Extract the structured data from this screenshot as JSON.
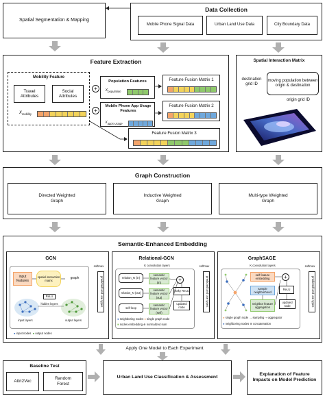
{
  "data_collection": {
    "title": "Data Collection",
    "items": [
      "Mobile Phone Signal Data",
      "Urban Land Use Data",
      "City Boundary Data"
    ]
  },
  "spatial_seg": "Spatial Segmentation & Mapping",
  "feature_extraction": {
    "title": "Feature Extraction",
    "mobility_feature": "Mobility Feature",
    "travel": "Travel Attributes",
    "social": "Social Attributes",
    "x_mobility": "X",
    "x_mobility_sub": "mobility",
    "population_features": "Population Features",
    "x_population": "X",
    "x_population_sub": "population",
    "app_usage": "Mobile Phone App Usage Features",
    "x_apps": "X",
    "x_apps_sub": "apps-usage",
    "fusion1": "Feature Fusion Matrix 1",
    "fusion2": "Feature Fusion Matrix 2",
    "fusion3": "Feature Fusion Matrix 3"
  },
  "spatial_interaction": {
    "title": "Spatial Interaction Matrix",
    "dest_label": "destination grid ID",
    "moving_label": "moving population between origin & destination",
    "origin_label": "origin grid ID"
  },
  "graph_construction": {
    "title": "Graph Construction",
    "items": [
      "Directed Weighted Graph",
      "Inductive Weighted Graph",
      "Multi-type Weighted Graph"
    ]
  },
  "semantic_embedding": {
    "title": "Semantic-Enhanced Embedding",
    "gcn": {
      "title": "GCN",
      "input_features": "input features",
      "spatial_matrix": "spatial interaction matrix",
      "graph": "graph",
      "relu": "ReLU",
      "hidden_layers": "hidden layers",
      "input_layers": "input layers",
      "output_layers": "output layers",
      "legend_input": "input nodes",
      "legend_output": "output nodes",
      "softmax": "softmax",
      "pred": "predicted land use types"
    },
    "rgcn": {
      "title": "Relational-GCN",
      "k_layers": "K convolution layers",
      "relations": [
        "relation_N (in)",
        "relation_N (out)"
      ],
      "self_loop": "self-loop",
      "semantic": "semantic feature vector (in)",
      "semantic2": "semantic feature vector (out)",
      "semantic3": "semantic feature vector (self)",
      "leaky": "leaky ReLU",
      "updated": "updated node",
      "legend_neighbor": "neighboring nodes",
      "legend_single": "single graph node",
      "legend_embed": "nodes embedding",
      "legend_sum": "normalized sum",
      "softmax": "softmax",
      "pred": "predicted land use types"
    },
    "graphsage": {
      "title": "GraphSAGE",
      "k_layers": "K convolution layers",
      "self_feat": "self feature embedding",
      "sample": "sample neighborhood",
      "relu": "ReLU",
      "neighbor_agg": "neighbor feature aggregation",
      "updated": "updated node",
      "legend_single": "single graph node",
      "legend_sampling": "sampling",
      "legend_aggregator": "aggregator",
      "legend_neighbor": "neighboring nodes",
      "legend_concat": "concatenation",
      "softmax": "softmax",
      "pred": "predicted land use types"
    }
  },
  "apply_label": "Apply One Model to Each Experiment",
  "baseline": {
    "title": "Baseline Test",
    "items": [
      "Attri2Vec",
      "Random Forest"
    ]
  },
  "classification": "Urban Land Use Classification & Assessment",
  "explanation": "Explanation of Feature Impacts on Model Prediction",
  "colors": {
    "arrow": "#b0b0b0",
    "orange": "#f4a46a",
    "yellow": "#f3d35a",
    "green": "#8fc96b",
    "blue": "#6fa8dc",
    "purple": "#c59bd9",
    "peach": "#fbd9c0",
    "lightblue": "#cfe2f3",
    "lightgreen": "#d9ead3"
  }
}
